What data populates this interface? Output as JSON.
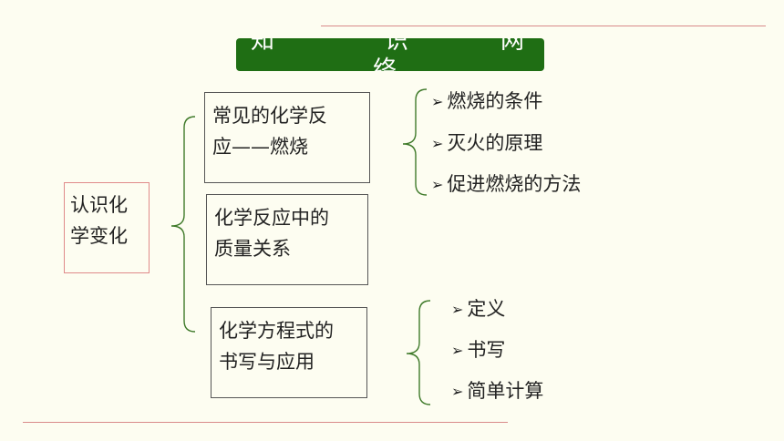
{
  "title": {
    "chars": [
      "知",
      "识",
      "网",
      "络"
    ]
  },
  "root": {
    "lines": [
      "认识化",
      "学变化"
    ]
  },
  "branches": [
    {
      "lines": [
        "常见的化学反",
        "应——燃烧"
      ],
      "items": [
        "燃烧的条件",
        "灭火的原理",
        "促进燃烧的方法"
      ]
    },
    {
      "lines": [
        "化学反应中的",
        "质量关系"
      ],
      "items": []
    },
    {
      "lines": [
        "化学方程式的",
        "书写与应用"
      ],
      "items": [
        "定义",
        "书写",
        "简单计算"
      ]
    }
  ],
  "bullet_glyph": "➢",
  "colors": {
    "banner": "#1f6e14",
    "brace": "#3f7a2a",
    "deco_line": "#d98a8a",
    "root_border": "#e08a8a",
    "background": "#fdfdf1"
  }
}
